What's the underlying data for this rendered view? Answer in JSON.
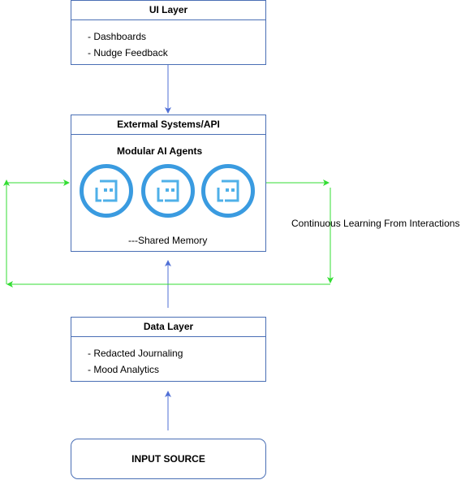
{
  "ui_layer": {
    "title": "UI Layer",
    "items": [
      "- Dashboards",
      "- Nudge Feedback"
    ]
  },
  "external": {
    "title": "Extermal Systems/API",
    "subtitle": "Modular AI Agents",
    "footer": "---Shared Memory",
    "agents": [
      {
        "icon": "robot-face-icon"
      },
      {
        "icon": "robot-face-icon"
      },
      {
        "icon": "robot-face-icon"
      }
    ]
  },
  "loop_label": "Continuous Learning From Interactions",
  "data_layer": {
    "title": "Data Layer",
    "items": [
      "- Redacted Journaling",
      "- Mood Analytics"
    ]
  },
  "input_source": {
    "label": "INPUT SOURCE"
  },
  "colors": {
    "box_border": "#4a6fb5",
    "arrow_blue": "#4f6fd6",
    "loop_green": "#33dd33",
    "agent_ring": "#3a9be0",
    "agent_face": "#4fb0e8"
  }
}
